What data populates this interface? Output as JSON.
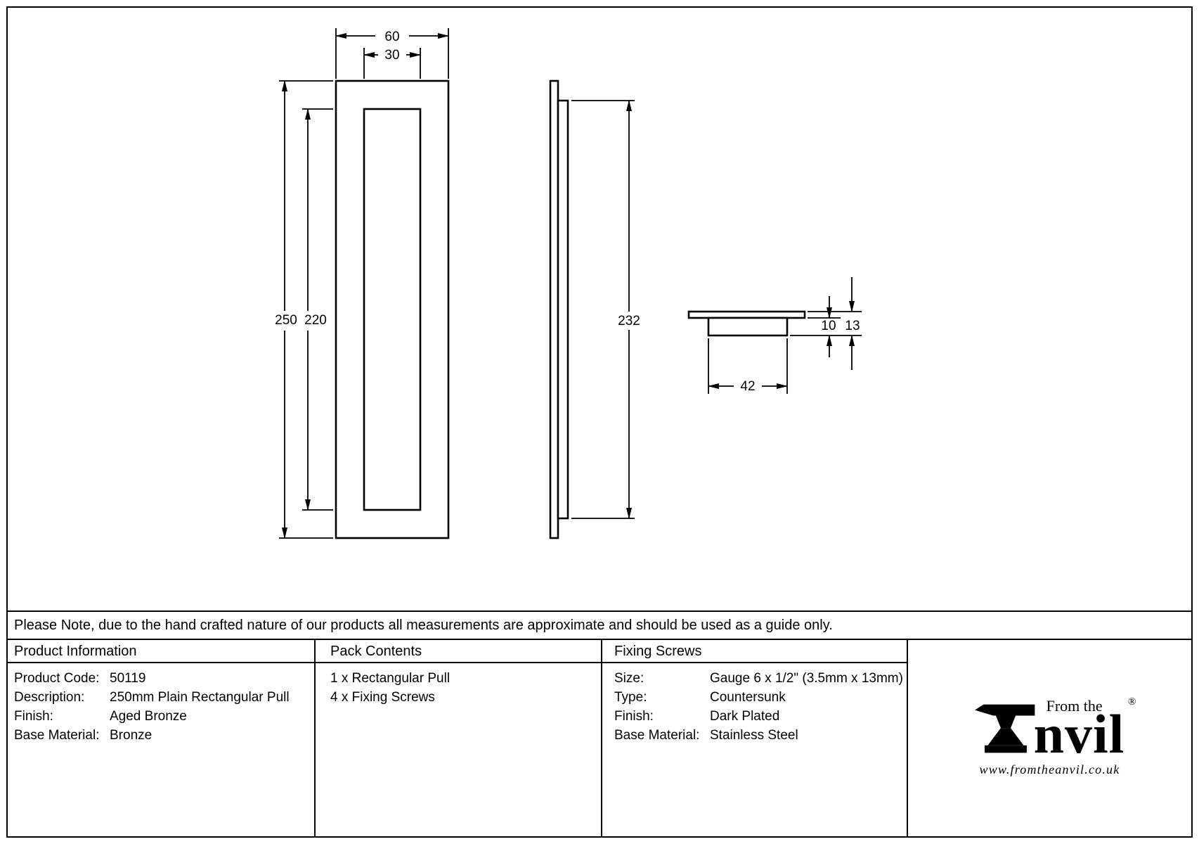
{
  "note": "Please Note, due to the hand crafted nature of our products all measurements are approximate and should be used as a guide only.",
  "drawing": {
    "dims": {
      "front_width": "60",
      "front_inner_width": "30",
      "front_height": "250",
      "front_inner_height": "220",
      "side_height": "232",
      "section_inner_depth": "10",
      "section_total_depth": "13",
      "section_width": "42"
    }
  },
  "product_information": {
    "header": "Product Information",
    "rows": [
      {
        "label": "Product Code:",
        "value": "50119"
      },
      {
        "label": "Description:",
        "value": "250mm Plain Rectangular Pull"
      },
      {
        "label": "Finish:",
        "value": "Aged Bronze"
      },
      {
        "label": "Base Material:",
        "value": "Bronze"
      }
    ]
  },
  "pack_contents": {
    "header": "Pack Contents",
    "items": [
      "1 x Rectangular Pull",
      "4 x Fixing Screws"
    ]
  },
  "fixing_screws": {
    "header": "Fixing Screws",
    "rows": [
      {
        "label": "Size:",
        "value": "Gauge 6 x 1/2\" (3.5mm x 13mm)"
      },
      {
        "label": "Type:",
        "value": "Countersunk"
      },
      {
        "label": "Finish:",
        "value": "Dark Plated"
      },
      {
        "label": "Base Material:",
        "value": "Stainless Steel"
      }
    ]
  },
  "logo": {
    "tagline": "From the",
    "name_rest": "nvil",
    "registered": "®",
    "url": "www.fromtheanvil.co.uk"
  }
}
